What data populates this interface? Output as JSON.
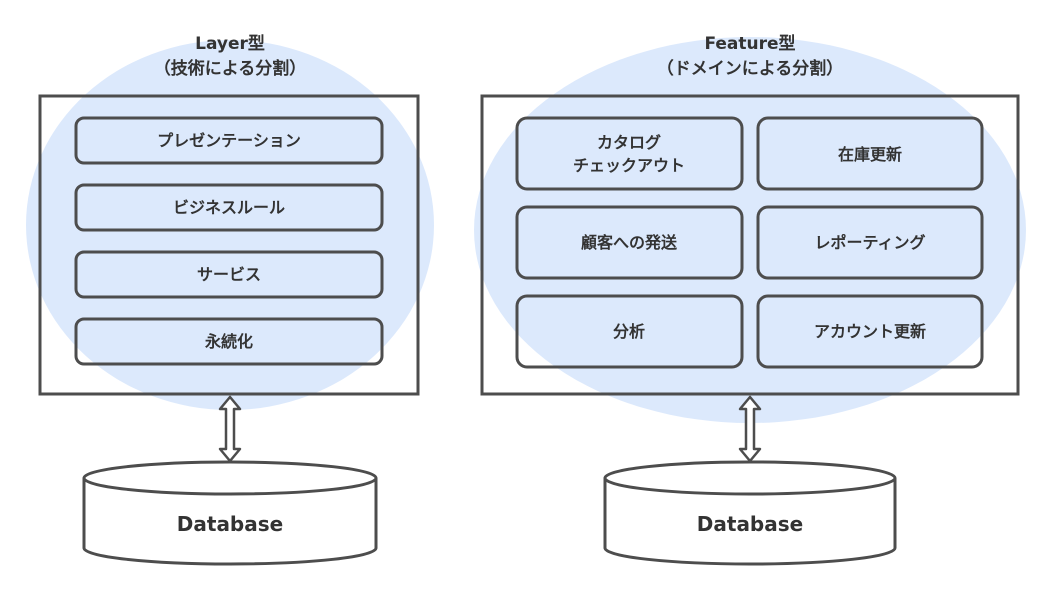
{
  "layer_diagram": {
    "title_line1": "Layer型",
    "title_line2": "（技術による分割）",
    "layers": [
      "プレゼンテーション",
      "ビジネスルール",
      "サービス",
      "永続化"
    ],
    "database_label": "Database"
  },
  "feature_diagram": {
    "title_line1": "Feature型",
    "title_line2": "（ドメインによる分割）",
    "features": [
      {
        "line1": "カタログ",
        "line2": "チェックアウト"
      },
      {
        "line1": "在庫更新",
        "line2": ""
      },
      {
        "line1": "顧客への発送",
        "line2": ""
      },
      {
        "line1": "レポーティング",
        "line2": ""
      },
      {
        "line1": "分析",
        "line2": ""
      },
      {
        "line1": "アカウント更新",
        "line2": ""
      }
    ],
    "database_label": "Database"
  },
  "colors": {
    "ellipse_fill": "#dae8fc",
    "stroke": "#4d4d4d",
    "text": "#333333"
  }
}
